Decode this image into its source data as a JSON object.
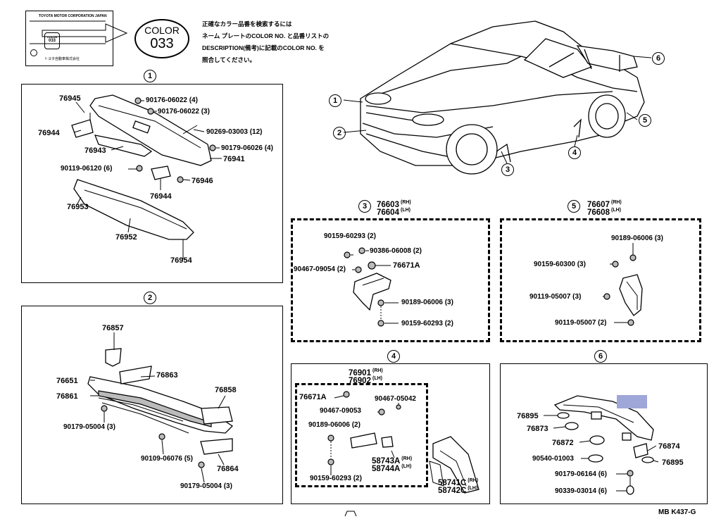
{
  "header": {
    "plate_text": "TOYOTA MOTOR CORPORATION JAPAN",
    "plate_color_small": "COLOR",
    "plate_code_small": "033",
    "plate_maker": "トヨタ自動車株式会社",
    "color_label": "COLOR",
    "color_code": "033",
    "note_lines": [
      "正確なカラー品番を検索するには",
      "ネーム プレートのCOLOR NO. と品番リストの",
      "DESCRIPTION(備考)に記載のCOLOR NO. を",
      "照合してください。"
    ]
  },
  "car_callouts": [
    "1",
    "2",
    "3",
    "4",
    "5",
    "6"
  ],
  "panels": {
    "p1": {
      "number": "1",
      "labels": [
        "76945",
        "76944",
        "76943",
        "90119-06120 (6)",
        "90176-06022 (4)",
        "90176-06022 (3)",
        "90269-03003 (12)",
        "90179-06026 (4)",
        "76941",
        "76946",
        "76944",
        "76953",
        "76952",
        "76954"
      ]
    },
    "p2": {
      "number": "2",
      "labels": [
        "76857",
        "76863",
        "76651",
        "76861",
        "76858",
        "90179-05004 (3)",
        "90109-06076 (5)",
        "76864",
        "90179-05004 (3)"
      ]
    },
    "p3": {
      "number": "3",
      "title_rh": "76603",
      "rh": "(RH)",
      "title_lh": "76604",
      "lh": "(LH)",
      "labels": [
        "90159-60293 (2)",
        "90386-06008 (2)",
        "90467-09054 (2)",
        "76671A",
        "90189-06006 (3)",
        "90159-60293 (2)"
      ]
    },
    "p4": {
      "number": "4",
      "title_rh": "76901",
      "rh": "(RH)",
      "title_lh": "76902",
      "lh": "(LH)",
      "labels": [
        "76671A",
        "90467-05042",
        "90467-09053",
        "90189-06006 (2)",
        "58743A",
        "58744A",
        "(RH)",
        "(LH)",
        "90159-60293 (2)",
        "58741C",
        "58742C",
        "(RH)",
        "(LH)"
      ]
    },
    "p5": {
      "number": "5",
      "title_rh": "76607",
      "rh": "(RH)",
      "title_lh": "76608",
      "lh": "(LH)",
      "labels": [
        "90189-06006 (3)",
        "90159-60300 (3)",
        "90119-05007 (3)",
        "90119-05007 (2)"
      ]
    },
    "p6": {
      "number": "6",
      "labels": [
        "76895",
        "76873",
        "76872",
        "76874",
        "90540-01003",
        "76895",
        "90179-06164 (6)",
        "90339-03014 (6)"
      ],
      "highlight_color": "#9fa6d8"
    }
  },
  "footer": {
    "code": "MB  K437-G",
    "glyph": "ᒉ"
  },
  "colors": {
    "line": "#000000",
    "background": "#ffffff",
    "highlight": "#9fa6d8"
  }
}
